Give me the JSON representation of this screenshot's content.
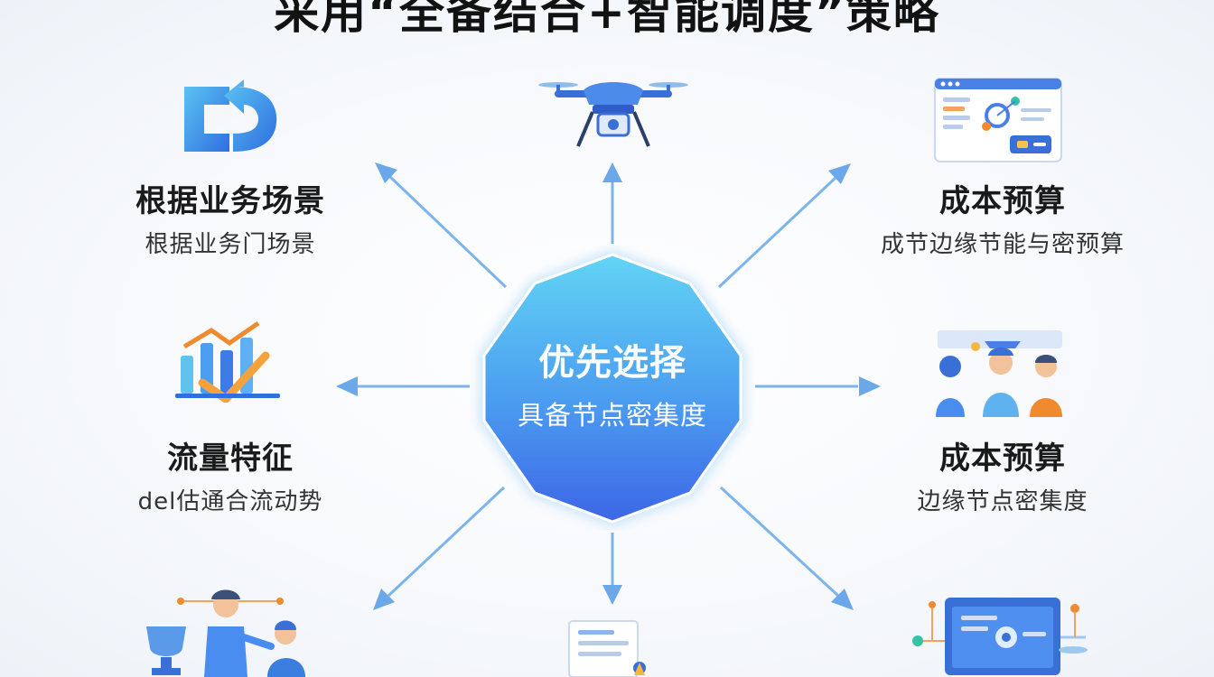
{
  "header": {
    "title": "采用“全备结合+智能调度”策略"
  },
  "hub": {
    "line1": "优先选择",
    "line2": "具备节点密集度"
  },
  "nodes": {
    "top_left": {
      "title": "根据业务场景",
      "subtitle": "根据业务门场景",
      "icon": "refresh-arrows-icon"
    },
    "mid_left": {
      "title": "流量特征",
      "subtitle": "del估通合流动势",
      "icon": "bar-chart-trend-icon"
    },
    "top_right": {
      "title": "成本预算",
      "subtitle": "成节边缘节能与密预算",
      "icon": "dashboard-window-icon"
    },
    "mid_right": {
      "title": "成本预算",
      "subtitle": "边缘节点密集度",
      "icon": "team-people-icon"
    },
    "top_center": {
      "icon": "drone-icon"
    },
    "bottom_left": {
      "icon": "person-trophy-icon"
    },
    "bottom_center": {
      "icon": "document-icon"
    },
    "bottom_right": {
      "icon": "monitor-network-icon"
    }
  },
  "colors": {
    "accent": "#4a8df0",
    "arrow": "#7cb4ec",
    "hub_top": "#5fd0f2",
    "hub_bottom": "#3f6fe8"
  }
}
